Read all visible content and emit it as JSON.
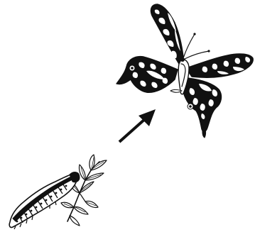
{
  "diagram": {
    "background": "#ffffff",
    "ink": "#111111",
    "stages": [
      {
        "id": "caterpillar",
        "icon": "caterpillar-icon"
      },
      {
        "id": "butterfly",
        "icon": "swallowtail-butterfly-icon"
      }
    ],
    "transition": {
      "from": "caterpillar",
      "to": "butterfly",
      "icon": "arrow-icon"
    }
  }
}
